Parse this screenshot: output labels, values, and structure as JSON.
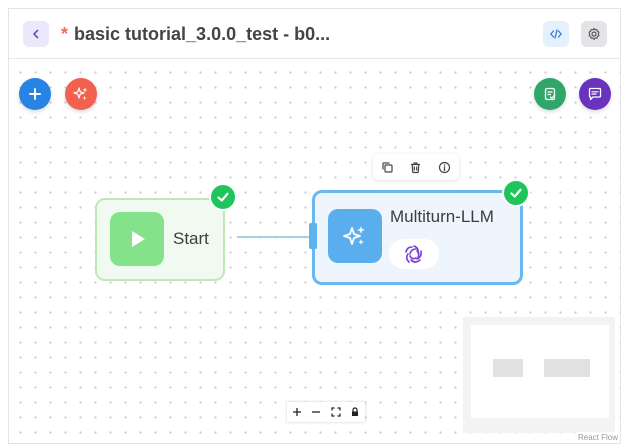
{
  "header": {
    "unsaved_marker": "*",
    "title": "basic tutorial_3.0.0_test - b0..."
  },
  "nodes": {
    "start": {
      "label": "Start",
      "status": "success"
    },
    "llm": {
      "label": "Multiturn-LLM",
      "status": "success",
      "model_icon": "openai-swirl-icon"
    }
  },
  "canvas": {
    "attribution": "React Flow"
  },
  "colors": {
    "accent_blue": "#2784e4",
    "magic_red": "#f2614d",
    "check_green": "#2fa76a",
    "chat_purple": "#6a33bd",
    "success_badge": "#1fc55a",
    "start_node_fill": "#84e38a",
    "llm_node_fill": "#5aaeee"
  },
  "icons": {
    "back": "chevron-left-icon",
    "code": "code-brackets-icon",
    "settings": "gear-icon",
    "add": "plus-icon",
    "magic": "sparkles-icon",
    "validate": "clipboard-check-icon",
    "chat": "chat-bubble-icon",
    "copy": "copy-icon",
    "delete": "trash-icon",
    "info": "info-icon",
    "zoom_in": "plus-icon",
    "zoom_out": "minus-icon",
    "fit_view": "fit-view-icon",
    "lock": "lock-icon"
  }
}
